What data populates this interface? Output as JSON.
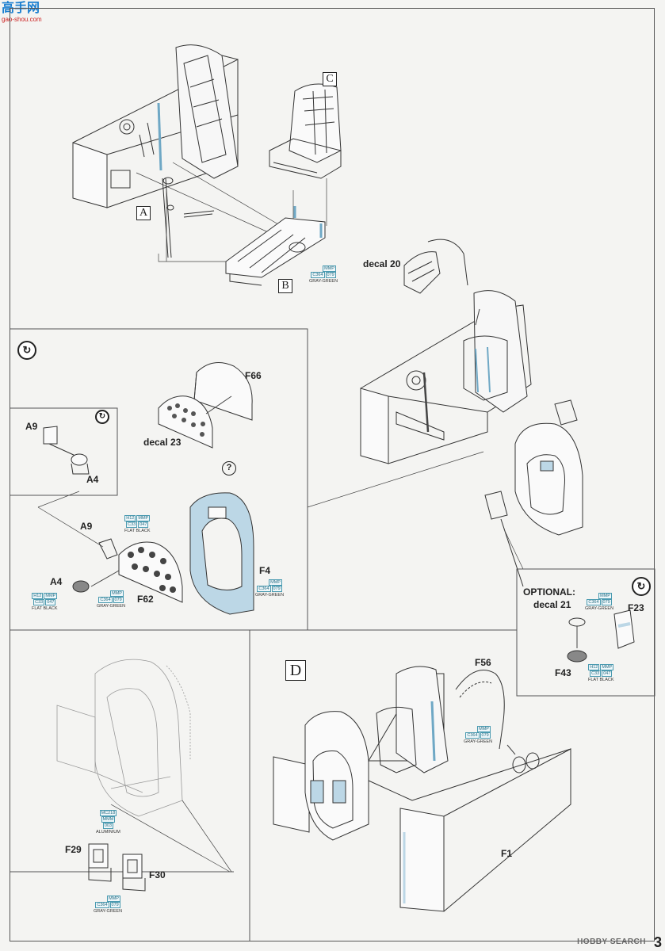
{
  "site": {
    "logo_cn": "高手网",
    "logo_url": "gao-shou.com"
  },
  "boxes": {
    "a": "A",
    "b": "B",
    "c": "C",
    "d": "D"
  },
  "labels": {
    "decal20": "decal 20",
    "f66": "F66",
    "decal23": "decal 23",
    "a9_top": "A9",
    "a4_top": "A4",
    "a9": "A9",
    "a4": "A4",
    "f62": "F62",
    "f4": "F4",
    "optional": "OPTIONAL:",
    "decal21": "decal 21",
    "f23": "F23",
    "f43": "F43",
    "f56": "F56",
    "f1": "F1",
    "f29": "F29",
    "f30": "F30"
  },
  "paints": {
    "gray_green_b": {
      "code1": "C364",
      "code2": "079",
      "brand": "MMP",
      "name": "GRAY-GREEN"
    },
    "black_a9": {
      "code1": "C33",
      "code2": "047",
      "brand": "MMP",
      "h": "H12",
      "name": "FLAT BLACK"
    },
    "black_a4": {
      "code1": "C33",
      "code2": "047",
      "brand": "MMP",
      "h": "H12",
      "name": "FLAT BLACK"
    },
    "gray_green_f62": {
      "code1": "C364",
      "code2": "079",
      "brand": "MMP",
      "name": "GRAY-GREEN"
    },
    "gray_green_f4": {
      "code1": "C364",
      "code2": "079",
      "brand": "MMP",
      "name": "GRAY-GREEN"
    },
    "gray_green_f23": {
      "code1": "C364",
      "code2": "079",
      "brand": "MMP",
      "name": "GRAY-GREEN"
    },
    "black_f43": {
      "code1": "C33",
      "code2": "047",
      "brand": "MMP",
      "h": "H12",
      "name": "FLAT BLACK"
    },
    "gray_green_f56": {
      "code1": "C364",
      "code2": "079",
      "brand": "MMP",
      "name": "GRAY-GREEN"
    },
    "aluminium": {
      "code1": "MC218",
      "code2": "MMM",
      "brand": "003",
      "name": "ALUMINIUM"
    },
    "gray_green_f30": {
      "code1": "C364",
      "code2": "079",
      "brand": "MMP",
      "name": "GRAY-GREEN"
    }
  },
  "symbols": {
    "rotate": "↻",
    "question": "?"
  },
  "footer": {
    "watermark": "HOBBY SEARCH",
    "page_number": "3"
  },
  "colors": {
    "accent_blue": "#bcd7e6",
    "line": "#333333",
    "paint_tag": "#4a9ab0"
  }
}
